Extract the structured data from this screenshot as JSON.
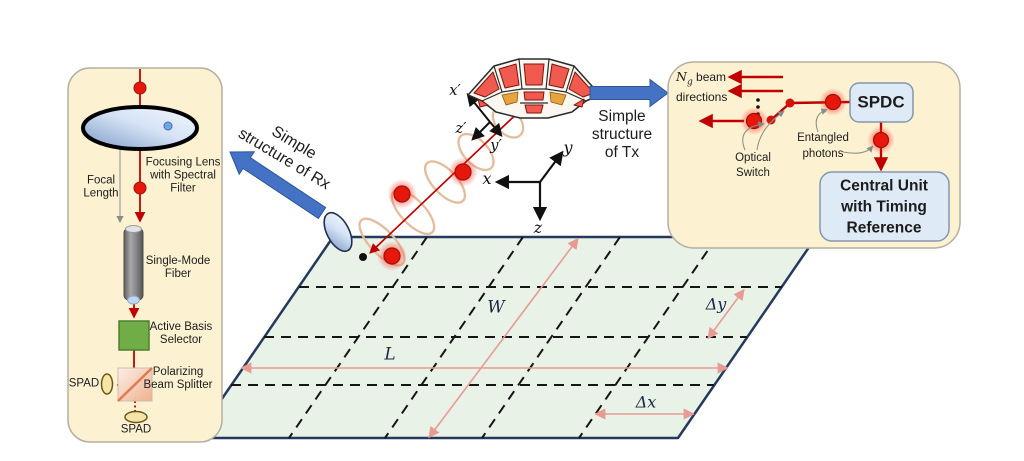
{
  "colors": {
    "panel_bg": "#FCF2D2",
    "panel_border": "#B3AFA3",
    "unit_box_bg": "#DEEBF7",
    "unit_box_border": "#8496B0",
    "accent_red": "#C00000",
    "arrow_blue": "#4472C4",
    "ground_fill": "#E9F2E7",
    "ground_border": "#24395E",
    "measure_pink": "#E89B92",
    "selector_green": "#70AD47",
    "spad_yellow": "#F5E6A8"
  },
  "rx": {
    "title_line1": "Simple",
    "title_line2": "structure of Rx",
    "lens_label": [
      "Focusing Lens",
      "with Spectral",
      "Filter"
    ],
    "focal_label": [
      "Focal",
      "Length"
    ],
    "fiber_label": [
      "Single-Mode",
      "Fiber"
    ],
    "basis_label": [
      "Active Basis",
      "Selector"
    ],
    "pbs_label": [
      "Polarizing",
      "Beam Splitter"
    ],
    "spad_side_label": "SPAD",
    "spad_bottom_label": "SPAD"
  },
  "tx": {
    "title_line1": "Simple",
    "title_line2": "structure",
    "title_line3": "of Tx",
    "ng_symbol": "N",
    "ng_sub": "g",
    "ng_rest": " beam",
    "ng_line2": "directions",
    "switch_label": [
      "Optical",
      "Switch"
    ],
    "entangled_label": [
      "Entangled",
      "photons"
    ],
    "spdc_label": "SPDC",
    "central_label": [
      "Central Unit",
      "with Timing",
      "Reference"
    ]
  },
  "axes": {
    "body_x": "x",
    "body_y": "y",
    "body_z": "z",
    "beam_x": "x′",
    "beam_y": "y′",
    "beam_z": "z′"
  },
  "ground": {
    "length": "L",
    "width": "W",
    "dx": "Δx",
    "dy": "Δy"
  }
}
